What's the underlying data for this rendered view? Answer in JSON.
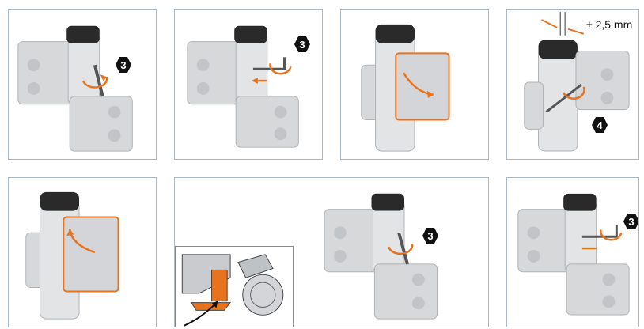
{
  "steps": [
    {
      "badge": "3"
    },
    {
      "badge": "3"
    },
    {
      "badge": ""
    },
    {
      "badge": "4",
      "tolerance": "± 2,5 mm"
    },
    {
      "badge": ""
    },
    {
      "badge": "3"
    },
    {
      "badge": "3"
    }
  ],
  "colors": {
    "border": "#a9b8c3",
    "accent": "#e8731f",
    "metal_light": "#d9dbdd",
    "metal_mid": "#b9bcc0",
    "cap": "#2a2a2a"
  }
}
